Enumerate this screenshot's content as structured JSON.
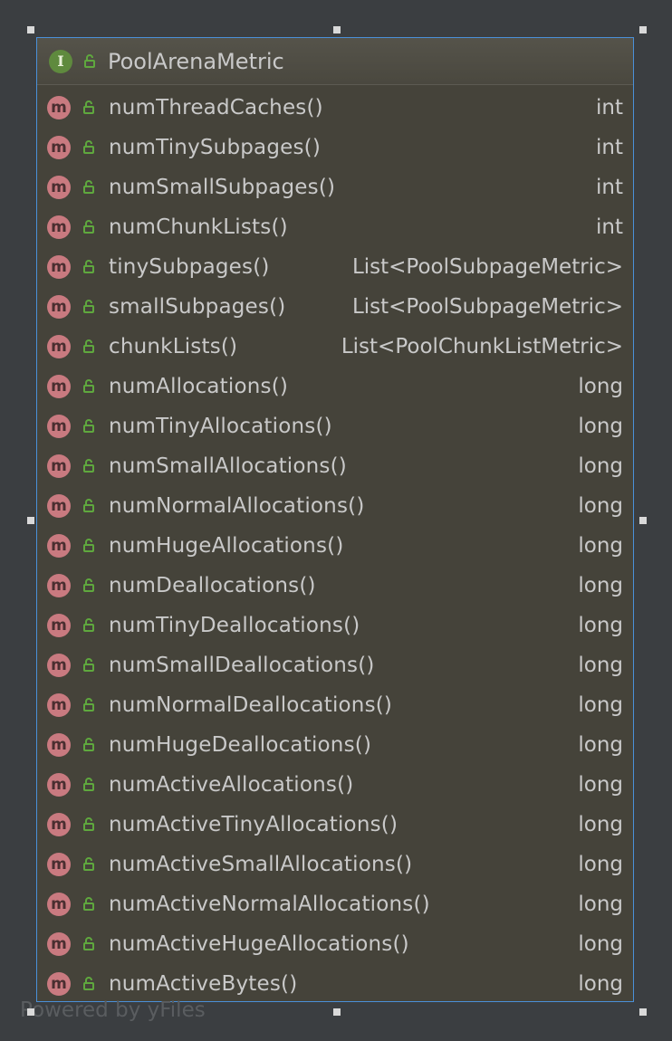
{
  "node": {
    "title": "PoolArenaMetric",
    "kind_icon": "I",
    "methods": [
      {
        "icon": "m",
        "name": "numThreadCaches()",
        "type": "int"
      },
      {
        "icon": "m",
        "name": "numTinySubpages()",
        "type": "int"
      },
      {
        "icon": "m",
        "name": "numSmallSubpages()",
        "type": "int"
      },
      {
        "icon": "m",
        "name": "numChunkLists()",
        "type": "int"
      },
      {
        "icon": "m",
        "name": "tinySubpages()",
        "type": "List<PoolSubpageMetric>"
      },
      {
        "icon": "m",
        "name": "smallSubpages()",
        "type": "List<PoolSubpageMetric>"
      },
      {
        "icon": "m",
        "name": "chunkLists()",
        "type": "List<PoolChunkListMetric>"
      },
      {
        "icon": "m",
        "name": "numAllocations()",
        "type": "long"
      },
      {
        "icon": "m",
        "name": "numTinyAllocations()",
        "type": "long"
      },
      {
        "icon": "m",
        "name": "numSmallAllocations()",
        "type": "long"
      },
      {
        "icon": "m",
        "name": "numNormalAllocations()",
        "type": "long"
      },
      {
        "icon": "m",
        "name": "numHugeAllocations()",
        "type": "long"
      },
      {
        "icon": "m",
        "name": "numDeallocations()",
        "type": "long"
      },
      {
        "icon": "m",
        "name": "numTinyDeallocations()",
        "type": "long"
      },
      {
        "icon": "m",
        "name": "numSmallDeallocations()",
        "type": "long"
      },
      {
        "icon": "m",
        "name": "numNormalDeallocations()",
        "type": "long"
      },
      {
        "icon": "m",
        "name": "numHugeDeallocations()",
        "type": "long"
      },
      {
        "icon": "m",
        "name": "numActiveAllocations()",
        "type": "long"
      },
      {
        "icon": "m",
        "name": "numActiveTinyAllocations()",
        "type": "long"
      },
      {
        "icon": "m",
        "name": "numActiveSmallAllocations()",
        "type": "long"
      },
      {
        "icon": "m",
        "name": "numActiveNormalAllocations()",
        "type": "long"
      },
      {
        "icon": "m",
        "name": "numActiveHugeAllocations()",
        "type": "long"
      },
      {
        "icon": "m",
        "name": "numActiveBytes()",
        "type": "long"
      }
    ]
  },
  "watermark": "Powered by yFiles",
  "colors": {
    "background": "#3b3e41",
    "node_fill": "#45433a",
    "selection_border": "#4a90d9",
    "method_icon": "#c97a80",
    "interface_icon": "#5f8a3e",
    "public_lock": "#5fa83e"
  }
}
